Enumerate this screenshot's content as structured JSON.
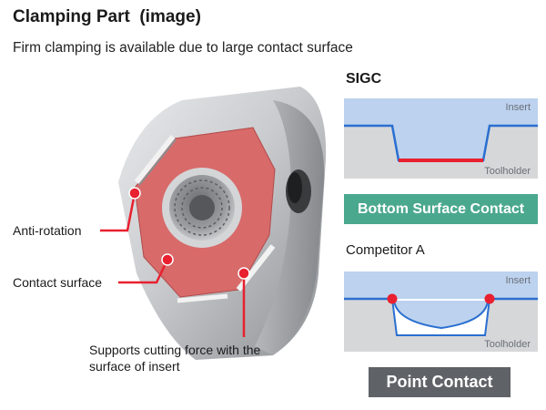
{
  "header": {
    "title": "Clamping Part  (image)",
    "subtitle": "Firm clamping is available due to large contact surface"
  },
  "callouts": {
    "anti_rotation": "Anti-rotation",
    "contact_surface": "Contact surface",
    "supports_line1": "Supports cutting force with the",
    "supports_line2": "surface of insert"
  },
  "sigc": {
    "label": "SIGC",
    "insert_label": "Insert",
    "toolholder_label": "Toolholder",
    "badge": "Bottom Surface Contact"
  },
  "competitor": {
    "label": "Competitor A",
    "insert_label": "Insert",
    "toolholder_label": "Toolholder",
    "badge": "Point Contact"
  },
  "colors": {
    "accent_red": "#e8202f",
    "contact_face": "#d86a6a",
    "insert_blue": "#bcd2ee",
    "toolholder_gray": "#d6d7d9",
    "line_blue": "#2a6fd0",
    "badge_green": "#4aa88e",
    "badge_gray": "#5f6266"
  }
}
